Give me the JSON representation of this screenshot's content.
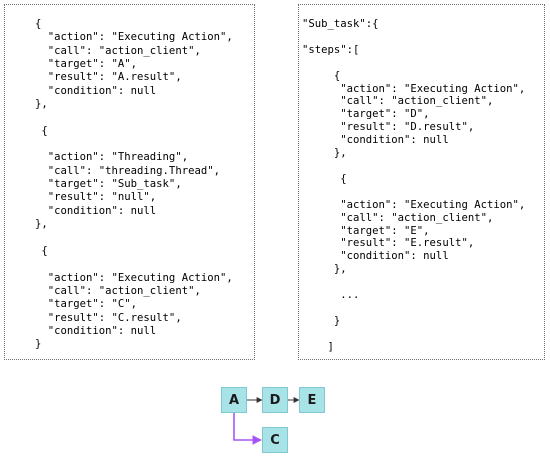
{
  "left_code": {
    "lines": [
      "{",
      "  \"action\": \"Executing Action\",",
      "  \"call\": \"action_client\",",
      "  \"target\": \"A\",",
      "  \"result\": \"A.result\",",
      "  \"condition\": null",
      "},",
      "",
      " {",
      "",
      "  \"action\": \"Threading\",",
      "  \"call\": \"threading.Thread\",",
      "  \"target\": \"Sub_task\",",
      "  \"result\": \"null\",",
      "  \"condition\": null",
      "},",
      "",
      " {",
      "",
      "  \"action\": \"Executing Action\",",
      "  \"call\": \"action_client\",",
      "  \"target\": \"C\",",
      "  \"result\": \"C.result\",",
      "  \"condition\": null",
      "}"
    ]
  },
  "right_code": {
    "lines": [
      "\"Sub_task\":{",
      "",
      "\"steps\":[",
      "",
      "     {",
      "      \"action\": \"Executing Action\",",
      "      \"call\": \"action_client\",",
      "      \"target\": \"D\",",
      "      \"result\": \"D.result\",",
      "      \"condition\": null",
      "     },",
      "",
      "      {",
      "",
      "      \"action\": \"Executing Action\",",
      "      \"call\": \"action_client\",",
      "      \"target\": \"E\",",
      "      \"result\": \"E.result\",",
      "      \"condition\": null",
      "     },",
      "",
      "      ...",
      "",
      "     }",
      "",
      "    ]"
    ]
  },
  "flow": {
    "nodes": {
      "a": "A",
      "d": "D",
      "e": "E",
      "c": "C"
    },
    "colors": {
      "node_fill": "#a8e3e8",
      "sequential_edge": "#333333",
      "thread_edge": "#a855f7"
    }
  }
}
